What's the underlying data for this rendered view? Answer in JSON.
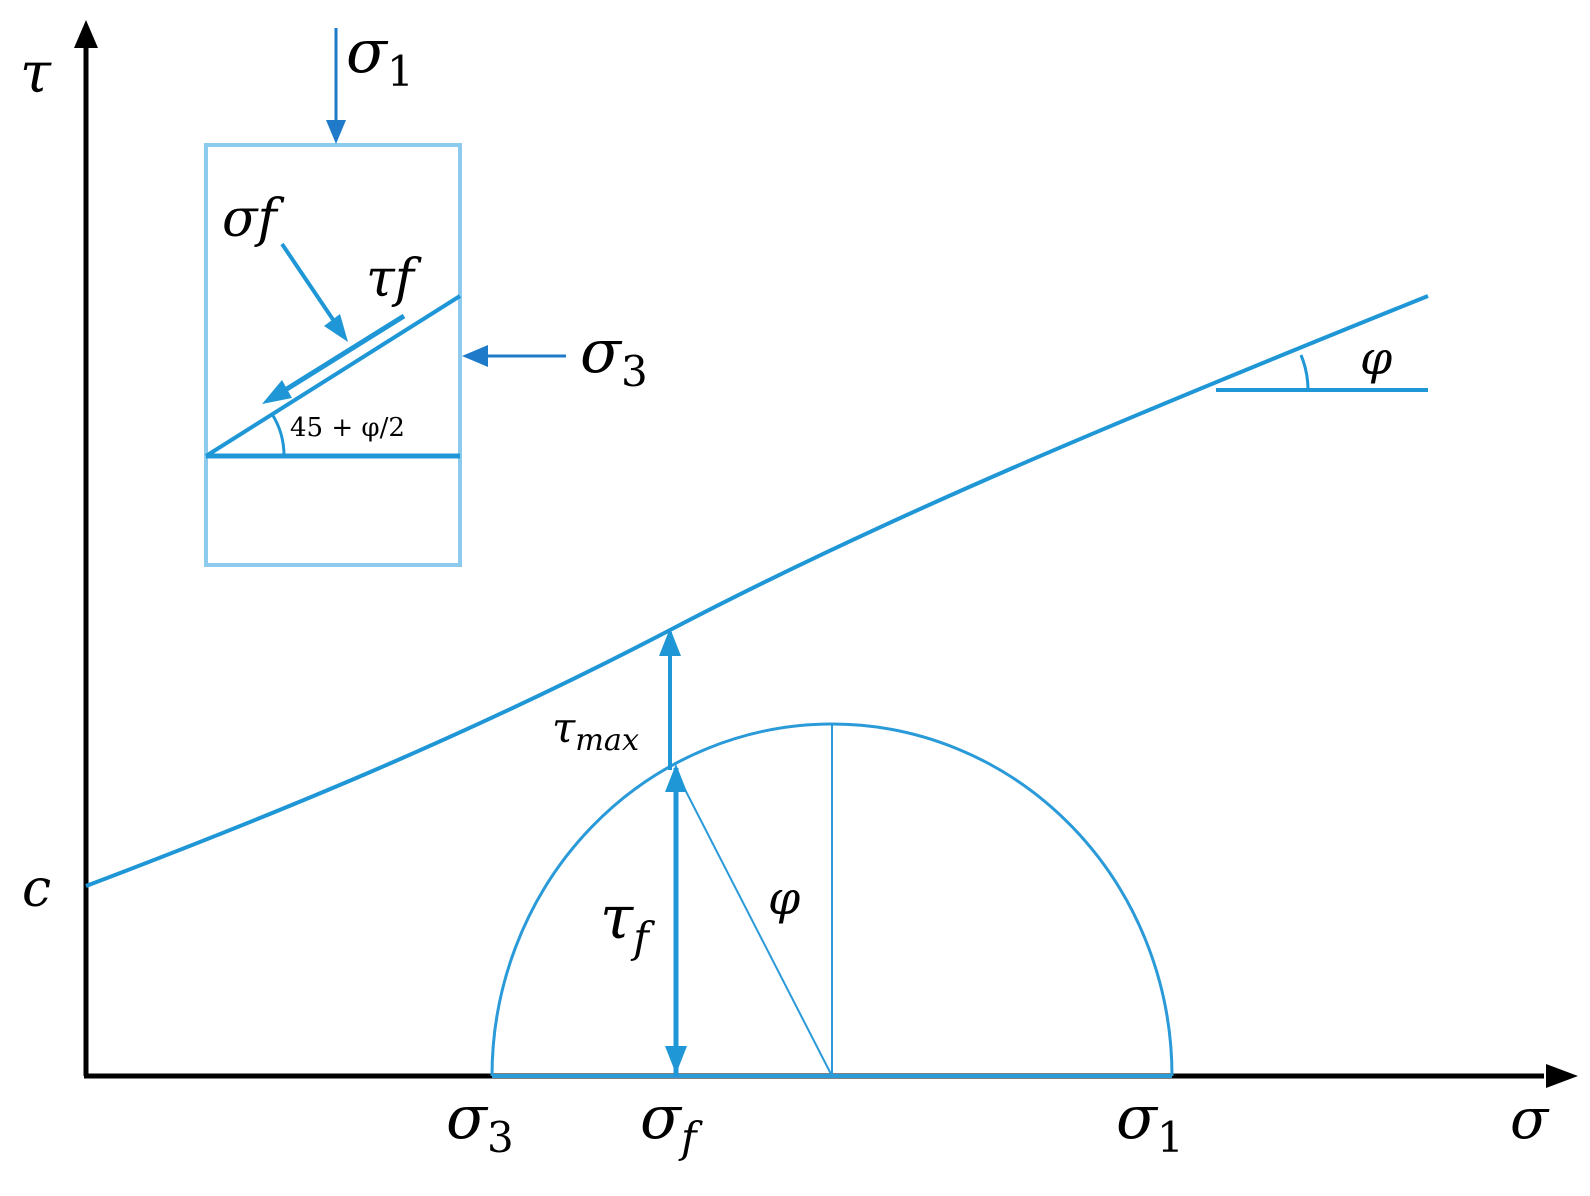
{
  "colors": {
    "axis": "#000000",
    "envelope": "#1f97d6",
    "circle": "#2a9ad9",
    "box": "#8ccbee",
    "inset_arrow": "#1f7ac9"
  },
  "axes": {
    "y_label": "τ",
    "x_label": "σ",
    "cohesion_label": "c"
  },
  "x_ticks": {
    "sigma3": {
      "base": "σ",
      "sub": "3"
    },
    "sigmaf": {
      "base": "σ",
      "sub": "f"
    },
    "sigma1": {
      "base": "σ",
      "sub": "1"
    }
  },
  "circle_labels": {
    "tau_max": {
      "base": "τ",
      "sub": "max"
    },
    "tau_f": {
      "base": "τ",
      "sub": "f"
    },
    "phi_inner": "φ"
  },
  "envelope": {
    "phi_label": "φ"
  },
  "inset": {
    "sigma1": {
      "base": "σ",
      "sub": "1"
    },
    "sigma3": {
      "base": "σ",
      "sub": "3"
    },
    "sigma_f": "σf",
    "tau_f": "τf",
    "angle": "45 + φ/2"
  }
}
